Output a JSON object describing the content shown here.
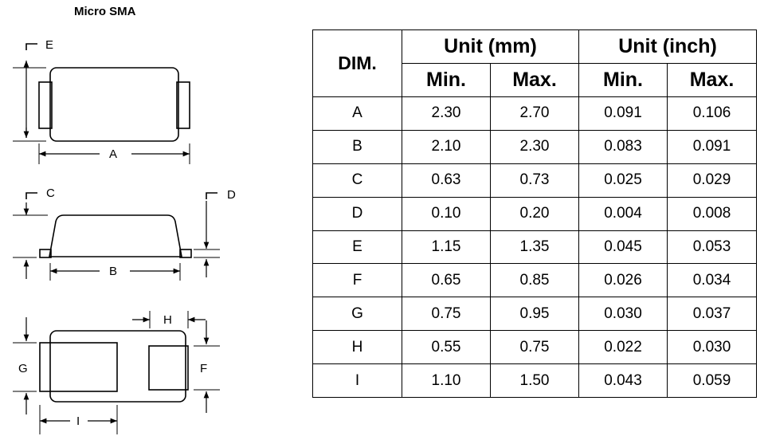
{
  "title": "Micro SMA",
  "drawing_labels": {
    "a": "A",
    "b": "B",
    "c": "C",
    "d": "D",
    "e": "E",
    "f": "F",
    "g": "G",
    "h": "H",
    "i": "I"
  },
  "table": {
    "dim_header": "DIM.",
    "unit_mm": "Unit (mm)",
    "unit_inch": "Unit (inch)",
    "min": "Min.",
    "max": "Max.",
    "rows": [
      {
        "dim": "A",
        "mm_min": "2.30",
        "mm_max": "2.70",
        "in_min": "0.091",
        "in_max": "0.106"
      },
      {
        "dim": "B",
        "mm_min": "2.10",
        "mm_max": "2.30",
        "in_min": "0.083",
        "in_max": "0.091"
      },
      {
        "dim": "C",
        "mm_min": "0.63",
        "mm_max": "0.73",
        "in_min": "0.025",
        "in_max": "0.029"
      },
      {
        "dim": "D",
        "mm_min": "0.10",
        "mm_max": "0.20",
        "in_min": "0.004",
        "in_max": "0.008"
      },
      {
        "dim": "E",
        "mm_min": "1.15",
        "mm_max": "1.35",
        "in_min": "0.045",
        "in_max": "0.053"
      },
      {
        "dim": "F",
        "mm_min": "0.65",
        "mm_max": "0.85",
        "in_min": "0.026",
        "in_max": "0.034"
      },
      {
        "dim": "G",
        "mm_min": "0.75",
        "mm_max": "0.95",
        "in_min": "0.030",
        "in_max": "0.037"
      },
      {
        "dim": "H",
        "mm_min": "0.55",
        "mm_max": "0.75",
        "in_min": "0.022",
        "in_max": "0.030"
      },
      {
        "dim": "I",
        "mm_min": "1.10",
        "mm_max": "1.50",
        "in_min": "0.043",
        "in_max": "0.059"
      }
    ]
  }
}
